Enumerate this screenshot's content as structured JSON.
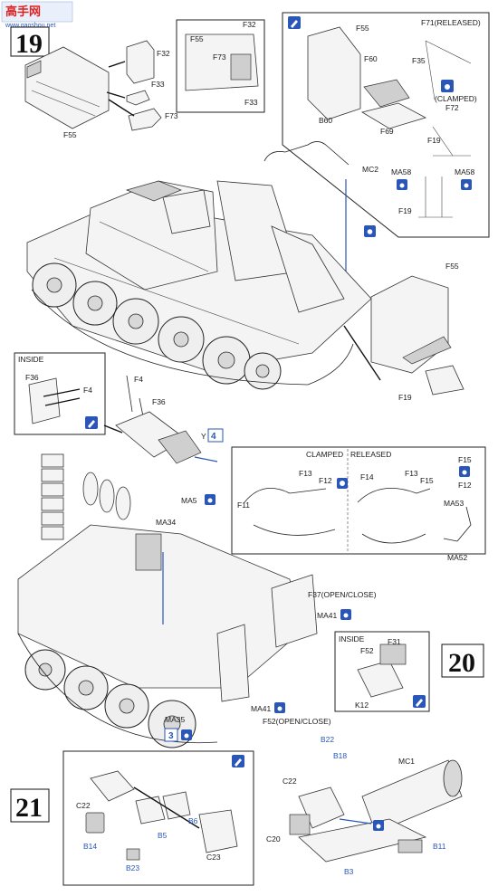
{
  "watermark": {
    "brand_cn": "高手网",
    "url": "www.gaoshou.net"
  },
  "steps": {
    "s19": "19",
    "s20": "20",
    "s21": "21"
  },
  "labels": {
    "f32a": "F32",
    "f33a": "F33",
    "f73a": "F73",
    "f55a": "F55",
    "f32b": "F32",
    "f55b": "F55",
    "f73b": "F73",
    "f33b": "F33",
    "f71": "F71(RELEASED)",
    "f55c": "F55",
    "f60": "F60",
    "f35": "F35",
    "clamped_a": "(CLAMPED)",
    "f72": "F72",
    "b60": "B60",
    "f69": "F69",
    "f19a": "F19",
    "ma58a": "MA58",
    "ma58b": "MA58",
    "f19b": "F19",
    "mc2": "MC2",
    "f55d": "F55",
    "f19c": "F19",
    "inside_a": "INSIDE",
    "f36a": "F36",
    "f4a": "F4",
    "f4b": "F4",
    "f36b": "F36",
    "y4_y": "Y",
    "y4_n": "4",
    "ma5": "MA5",
    "clamped_b": "CLAMPED",
    "released": "RELEASED",
    "f13a": "F13",
    "f12a": "F12",
    "f11": "F11",
    "f14": "F14",
    "f13b": "F13",
    "f15": "F15",
    "f15s": "F15",
    "f12s": "F12",
    "ma53": "MA53",
    "ma52": "MA52",
    "ma34": "MA34",
    "f37": "F37(OPEN/CLOSE)",
    "ma41a": "MA41",
    "inside_b": "INSIDE",
    "f52": "F52",
    "f31": "F31",
    "k12": "K12",
    "ma41b": "MA41",
    "f52oc": "F52(OPEN/CLOSE)",
    "ma35": "MA35",
    "ma35_n": "3",
    "b22": "B22",
    "b18": "B18",
    "mc1": "MC1",
    "c22a": "C22",
    "c22b": "C22",
    "b5": "B5",
    "b6": "B6",
    "b14": "B14",
    "b23": "B23",
    "c23": "C23",
    "c20": "C20",
    "b11": "B11",
    "b3": "B3"
  },
  "colors": {
    "accent_blue": "#2a56b8",
    "ink": "#1a1a1a"
  },
  "icons": [
    "brush-icon",
    "cement-drop-icon",
    "clamp-icon",
    "parts-tree-icon"
  ]
}
